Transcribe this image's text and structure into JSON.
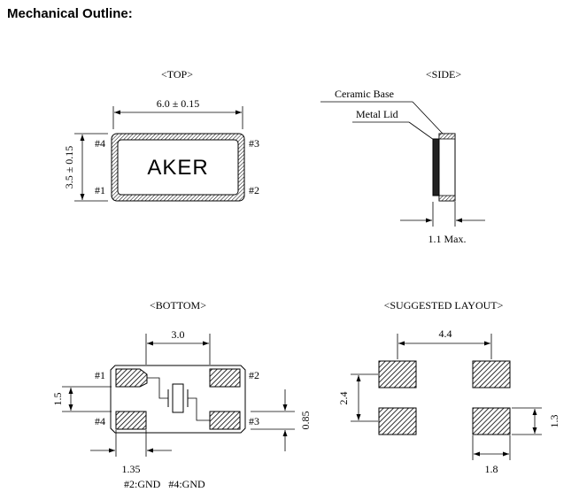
{
  "title": "Mechanical Outline:",
  "top": {
    "label": "<TOP>",
    "width_dim": "6.0 ± 0.15",
    "height_dim": "3.5 ± 0.15",
    "brand": "AKER",
    "pins": [
      "#1",
      "#2",
      "#3",
      "#4"
    ]
  },
  "side": {
    "label": "<SIDE>",
    "ceramic_base": "Ceramic Base",
    "metal_lid": "Metal Lid",
    "max_dim": "1.1 Max."
  },
  "bottom": {
    "label": "<BOTTOM>",
    "pitch_dim": "3.0",
    "pad_height_dim": "1.5",
    "gap_dim": "0.85",
    "pad_width_dim": "1.35",
    "pins": [
      "#1",
      "#2",
      "#3",
      "#4"
    ],
    "note": "#2:GND   #4:GND"
  },
  "layout": {
    "label": "<SUGGESTED LAYOUT>",
    "pitch_x_dim": "4.4",
    "pitch_y_dim": "2.4",
    "pad_height_dim": "1.3",
    "pad_width_dim": "1.8"
  }
}
